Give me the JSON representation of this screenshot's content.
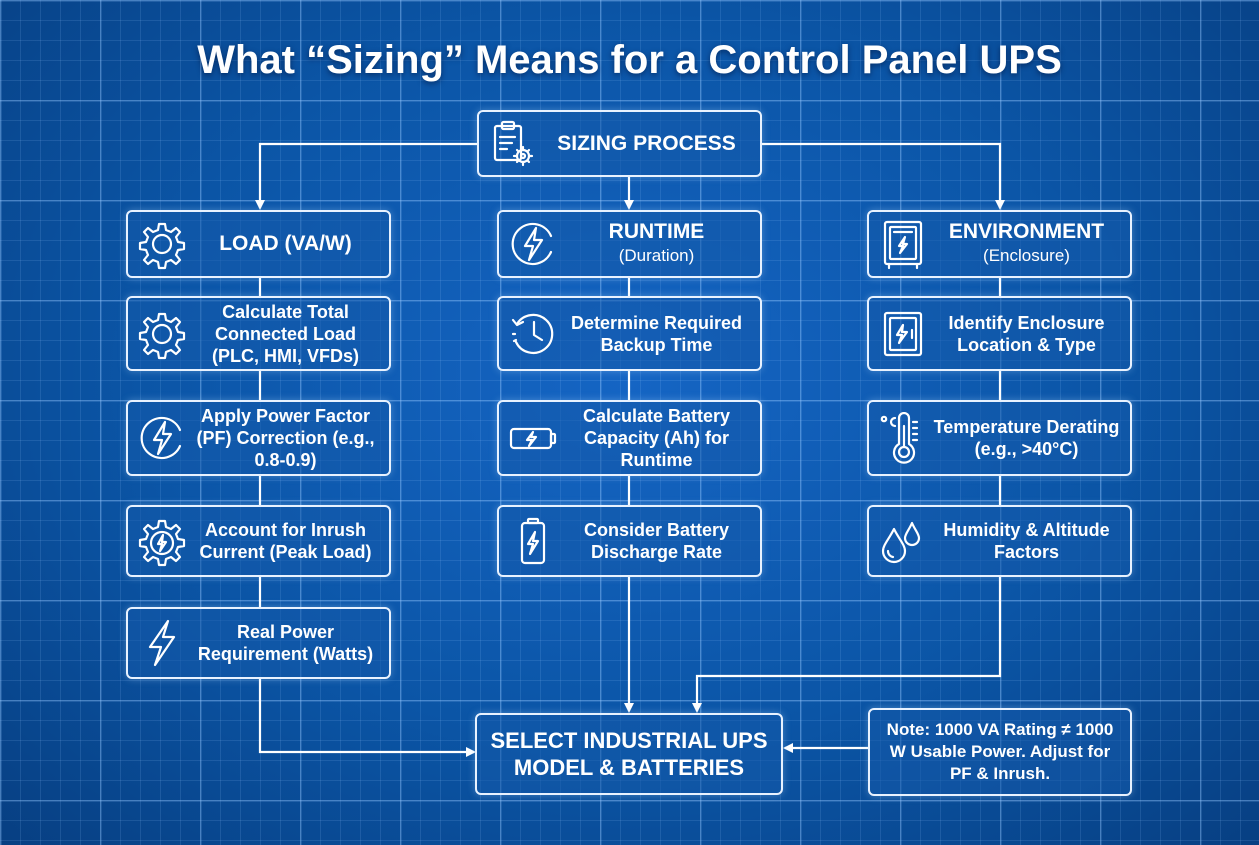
{
  "title": "What “Sizing” Means for a Control Panel UPS",
  "top": {
    "label": "SIZING PROCESS",
    "icon": "clipboard-gear-icon"
  },
  "columns": {
    "load": {
      "header": {
        "label": "LOAD (VA/W)",
        "sub": "",
        "icon": "gear-icon"
      },
      "steps": [
        {
          "text": "Calculate Total Connected Load (PLC, HMI, VFDs)",
          "icon": "gear-icon"
        },
        {
          "text": "Apply Power Factor (PF) Correction (e.g., 0.8-0.9)",
          "icon": "lightning-circle-icon"
        },
        {
          "text": "Account for Inrush Current (Peak Load)",
          "icon": "gear-lightning-icon"
        },
        {
          "text": "Real Power Requirement (Watts)",
          "icon": "lightning-icon"
        }
      ]
    },
    "runtime": {
      "header": {
        "label": "RUNTIME",
        "sub": "(Duration)",
        "icon": "lightning-circle-icon"
      },
      "steps": [
        {
          "text": "Determine Required Backup Time",
          "icon": "clock-icon"
        },
        {
          "text": "Calculate Battery Capacity (Ah) for Runtime",
          "icon": "battery-horizontal-icon"
        },
        {
          "text": "Consider Battery Discharge Rate",
          "icon": "battery-vertical-icon"
        }
      ]
    },
    "environment": {
      "header": {
        "label": "ENVIRONMENT",
        "sub": "(Enclosure)",
        "icon": "cabinet-icon"
      },
      "steps": [
        {
          "text": "Identify Enclosure Location & Type",
          "icon": "enclosure-icon"
        },
        {
          "text": "Temperature Derating (e.g., >40°C)",
          "icon": "thermometer-icon"
        },
        {
          "text": "Humidity & Altitude Factors",
          "icon": "droplets-icon"
        }
      ]
    }
  },
  "result": {
    "label": "SELECT INDUSTRIAL UPS MODEL & BATTERIES"
  },
  "note": {
    "text": "Note: 1000 VA Rating ≠ 1000 W Usable Power. Adjust for PF & Inrush."
  },
  "colors": {
    "background": "#0b56a8",
    "grid": "#96c8ff",
    "line": "#ffffff"
  }
}
